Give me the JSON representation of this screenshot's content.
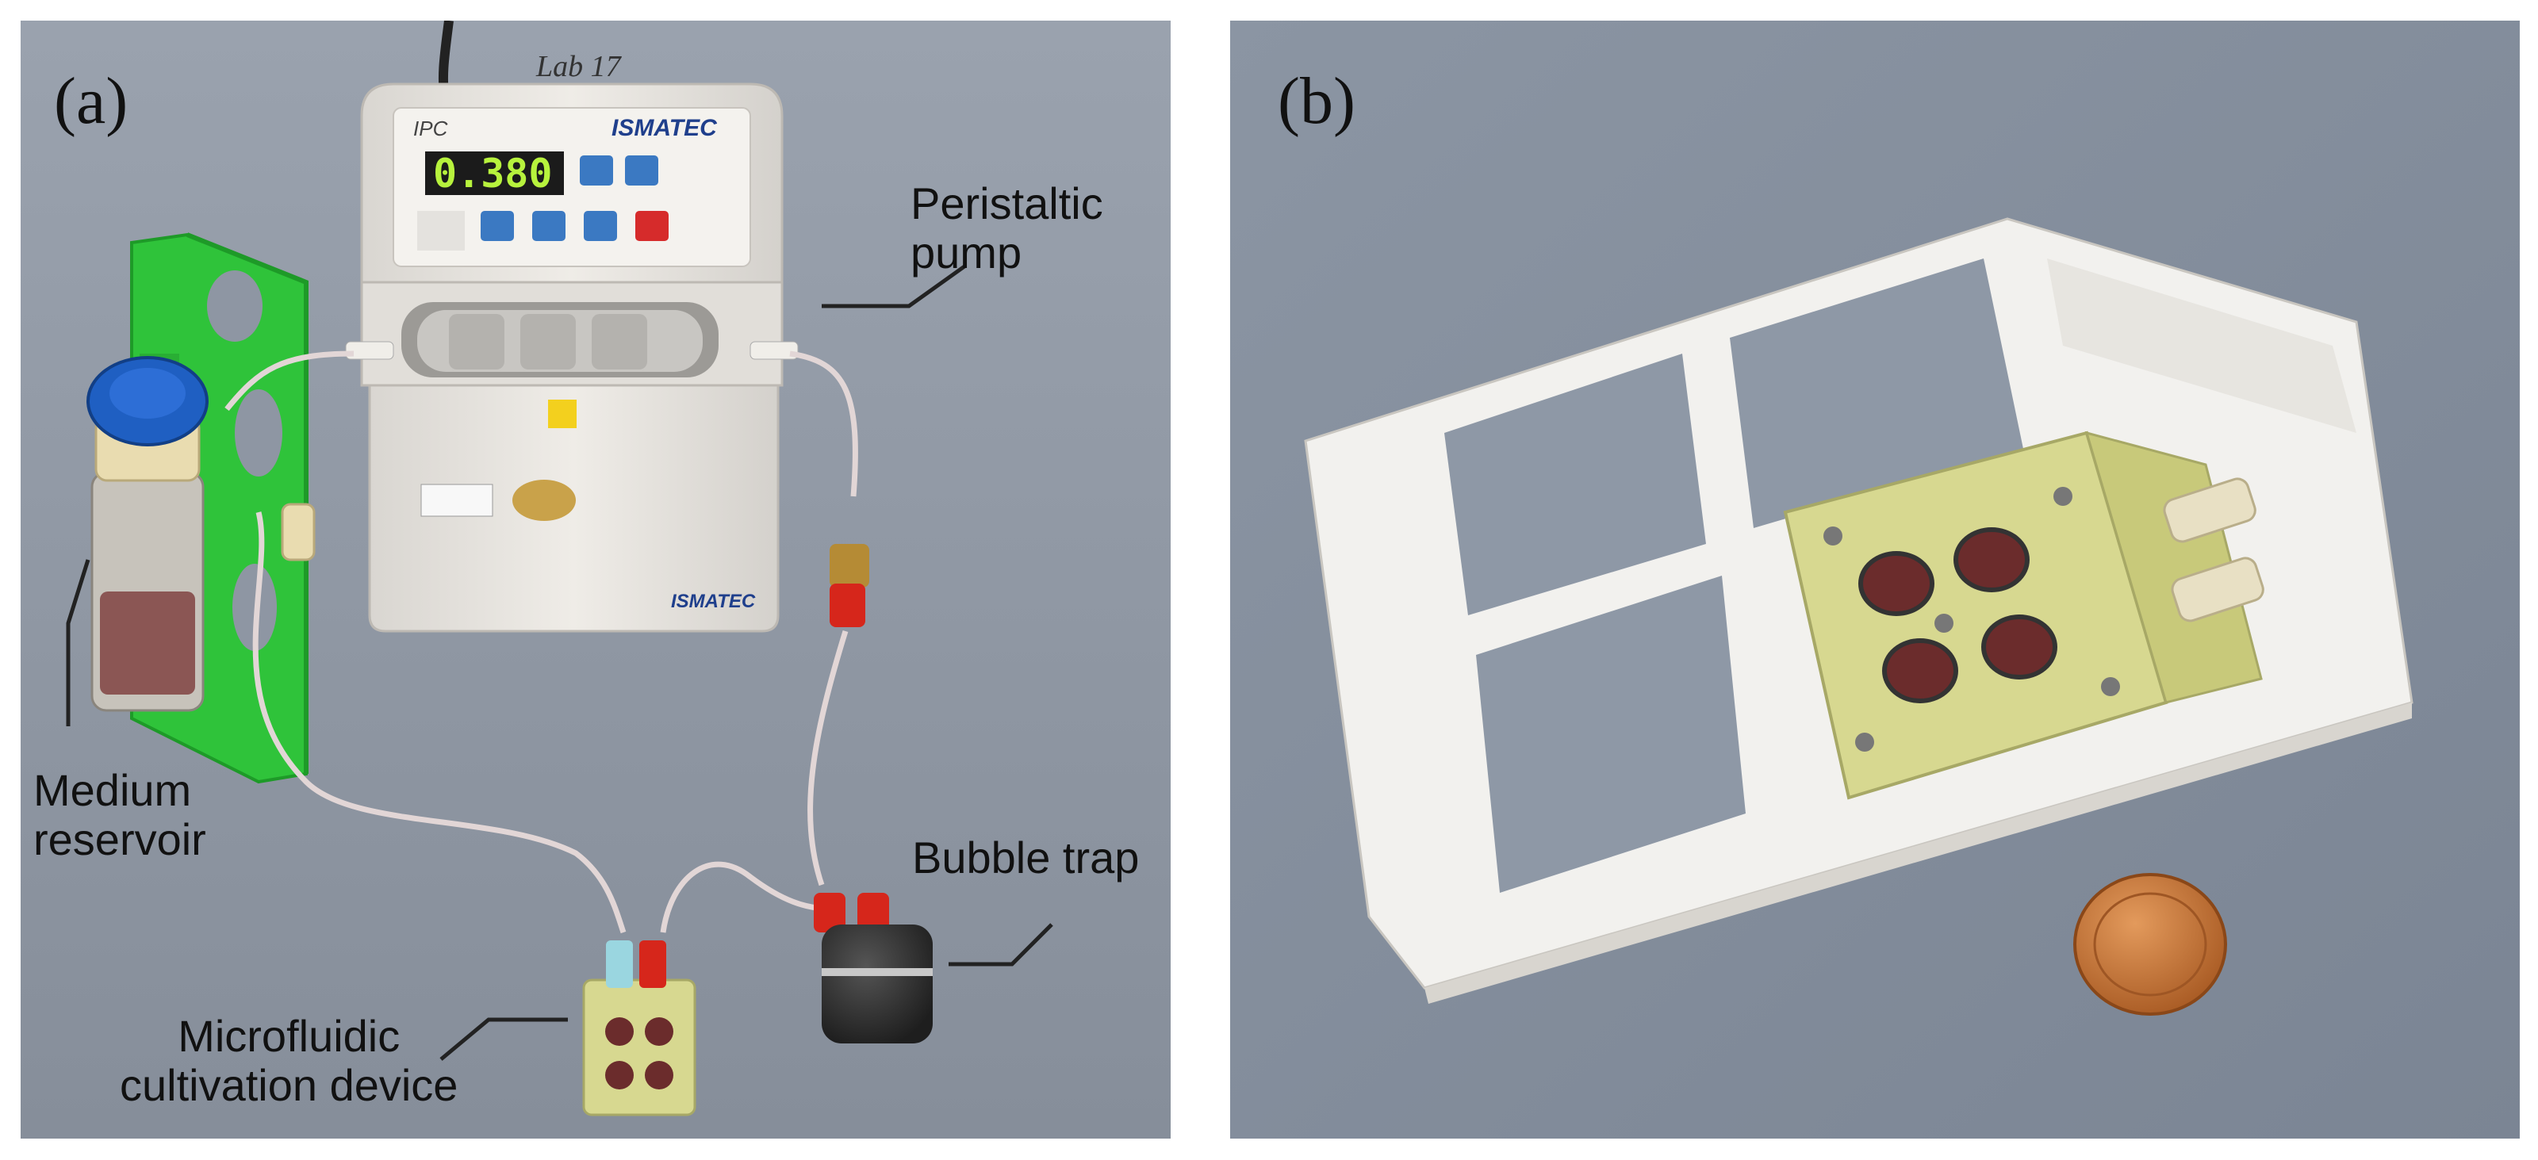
{
  "figure": {
    "panels": [
      {
        "letter": "(a)",
        "labels": {
          "pump": [
            "Peristaltic",
            "pump"
          ],
          "reservoir": [
            "Medium",
            "reservoir"
          ],
          "bubble_trap": [
            "Bubble trap"
          ],
          "device": [
            "Microfluidic",
            "cultivation device"
          ]
        },
        "pump_text": {
          "handwritten": "Lab 17",
          "display": "0.380",
          "model": "IPC",
          "brand": "ISMATEC"
        }
      },
      {
        "letter": "(b)"
      }
    ]
  },
  "colors": {
    "background_grey": "#8e96a3",
    "rack_green": "#2fc33a",
    "pump_white": "#ece9e4",
    "lcd_green": "#b7f23d",
    "plate_white": "#f2f1ee",
    "chip_yellow": "#d7d890",
    "coin_copper": "#c7702f",
    "cap_red": "#d6261b",
    "cap_blue": "#1f5fc2"
  }
}
